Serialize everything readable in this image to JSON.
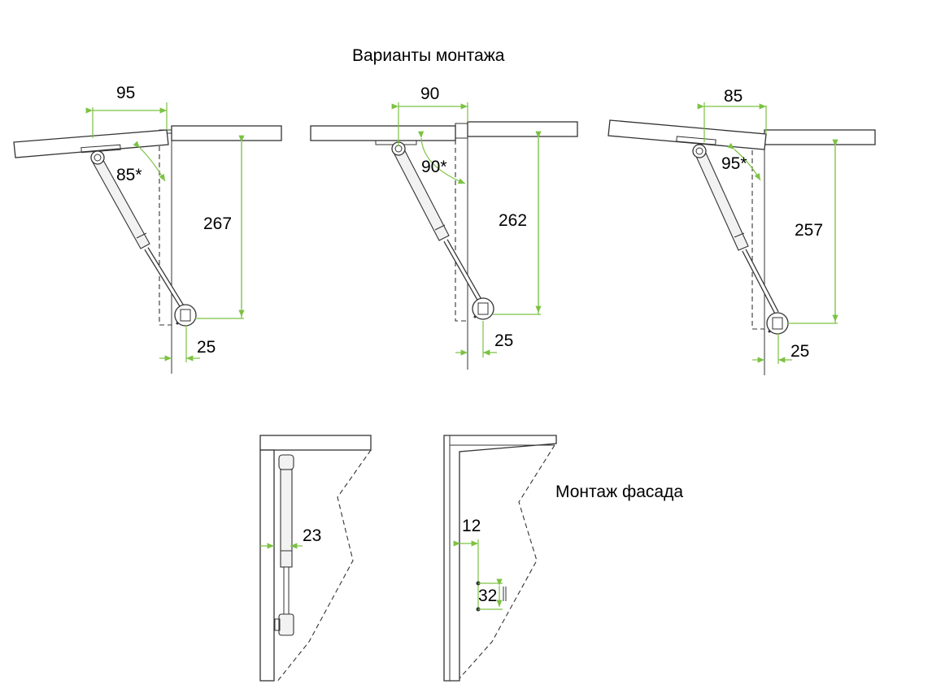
{
  "titles": {
    "mounting_variants": "Варианты монтажа",
    "facade_mounting": "Монтаж фасада"
  },
  "variants": [
    {
      "top_dim": "95",
      "angle": "85*",
      "height": "267",
      "offset": "25"
    },
    {
      "top_dim": "90",
      "angle": "90*",
      "height": "262",
      "offset": "25"
    },
    {
      "top_dim": "85",
      "angle": "95*",
      "height": "257",
      "offset": "25"
    }
  ],
  "facade": {
    "strut_offset": "23",
    "hole_offset": "12",
    "hole_spacing": "32"
  },
  "colors": {
    "dimension_line": "#7cc242",
    "outline": "#333333"
  }
}
